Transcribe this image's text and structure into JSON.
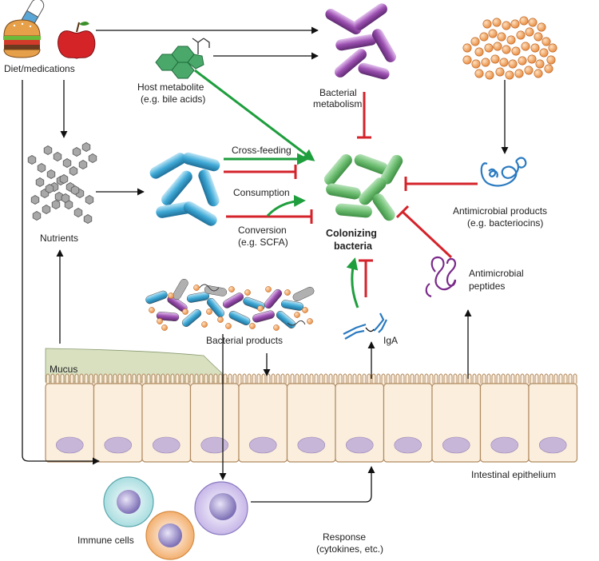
{
  "labels": {
    "diet": "Diet/medications",
    "host_metabolite_1": "Host metabolite",
    "host_metabolite_2": "(e.g. bile acids)",
    "bacterial_metabolism_1": "Bacterial",
    "bacterial_metabolism_2": "metabolism",
    "nutrients": "Nutrients",
    "cross_feeding": "Cross-feeding",
    "consumption": "Consumption",
    "conversion_1": "Conversion",
    "conversion_2": "(e.g. SCFA)",
    "colonizing_1": "Colonizing",
    "colonizing_2": "bacteria",
    "antimicrobial_products_1": "Antimicrobial products",
    "antimicrobial_products_2": "(e.g. bacteriocins)",
    "antimicrobial_peptides_1": "Antimicrobial",
    "antimicrobial_peptides_2": "peptides",
    "bacterial_products": "Bacterial products",
    "iga": "IgA",
    "mucus": "Mucus",
    "epithelium": "Intestinal epithelium",
    "immune_cells": "Immune cells",
    "response_1": "Response",
    "response_2": "(cytokines, etc.)"
  },
  "colors": {
    "activation_arrow": "#1e9e3d",
    "inhibition_arrow": "#d4232b",
    "colonizing_bacteria": "#6fbf73",
    "commensal_bacteria": "#3fa9d6",
    "metabolizing_bacteria": "#9b4fb0",
    "bacteriocin_producer": "#f0a050",
    "mucus": "#d8e0c0",
    "epithelium": "#fbeedd"
  },
  "icons": [
    "burger-icon",
    "apple-icon",
    "pill-icon",
    "steroid-icon",
    "polysaccharide-icon",
    "antibody-icon",
    "peptide-icon",
    "bacteriocin-icon",
    "immune-cell-icon"
  ]
}
